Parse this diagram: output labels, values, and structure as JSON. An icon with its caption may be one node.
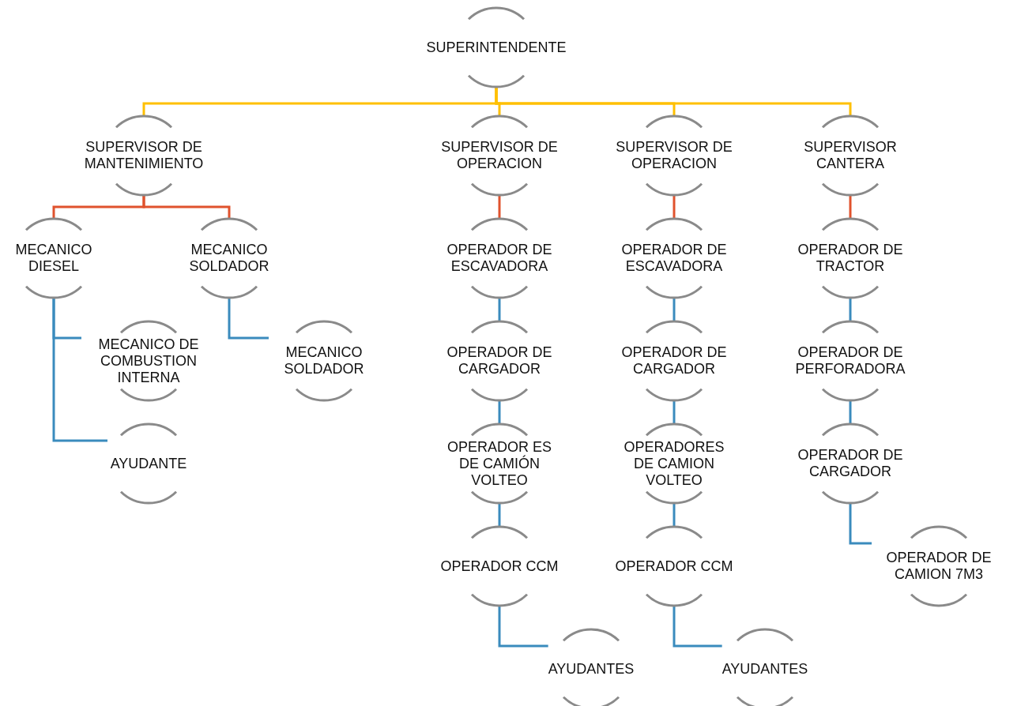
{
  "diagram": {
    "nodes": [
      {
        "text": [
          "SUPERINTENDENTE"
        ]
      },
      {
        "text": [
          "SUPERVISOR DE MANTENIMIENTO"
        ]
      },
      {
        "text": [
          "SUPERVISOR DE OPERACION"
        ]
      },
      {
        "text": [
          "SUPERVISOR DE OPERACION"
        ]
      },
      {
        "text": [
          "SUPERVISOR CANTERA"
        ]
      },
      {
        "text": [
          "MECANICO DIESEL"
        ]
      },
      {
        "text": [
          "MECANICO SOLDADOR"
        ]
      },
      {
        "text": [
          "MECANICO DE COMBUSTION INTERNA"
        ]
      },
      {
        "text": [
          "MECANICO SOLDADOR"
        ]
      },
      {
        "text": [
          "AYUDANTE"
        ]
      },
      {
        "text": [
          "OPERADOR DE ESCAVADORA"
        ]
      },
      {
        "text": [
          "OPERADOR DE CARGADOR"
        ]
      },
      {
        "text": [
          "OPERADOR ES DE CAMIÓN VOLTEO"
        ]
      },
      {
        "text": [
          "OPERADOR CCM"
        ]
      },
      {
        "text": [
          "AYUDANTES"
        ]
      },
      {
        "text": [
          "OPERADOR DE ESCAVADORA"
        ]
      },
      {
        "text": [
          "OPERADOR DE CARGADOR"
        ]
      },
      {
        "text": [
          "OPERADORES DE CAMION VOLTEO"
        ]
      },
      {
        "text": [
          "OPERADOR CCM"
        ]
      },
      {
        "text": [
          "AYUDANTES"
        ]
      },
      {
        "text": [
          "OPERADOR DE TRACTOR"
        ]
      },
      {
        "text": [
          "OPERADOR DE PERFORADORA"
        ]
      },
      {
        "text": [
          "OPERADOR DE CARGADOR"
        ]
      },
      {
        "text": [
          "OPERADOR DE CAMION 7M3"
        ]
      }
    ],
    "edges": [
      {
        "from": 0,
        "to": 1,
        "arrow": "none",
        "color": "#ffc000"
      },
      {
        "from": 0,
        "to": 2,
        "arrow": "none",
        "color": "#ffc000"
      },
      {
        "from": 0,
        "to": 3,
        "arrow": "none",
        "color": "#ffc000"
      },
      {
        "from": 0,
        "to": 4,
        "arrow": "none",
        "color": "#ffc000"
      },
      {
        "from": 1,
        "to": 5,
        "arrow": "none",
        "color": "#e0522d"
      },
      {
        "from": 1,
        "to": 6,
        "arrow": "none",
        "color": "#e0522d"
      },
      {
        "from": 5,
        "to": 7,
        "arrow": "none"
      },
      {
        "from": 5,
        "to": 9,
        "arrow": "none"
      },
      {
        "from": 6,
        "to": 8,
        "arrow": "none"
      },
      {
        "from": 2,
        "to": 10,
        "arrow": "none",
        "color": "#e0522d"
      },
      {
        "from": 10,
        "to": 11,
        "arrow": "none"
      },
      {
        "from": 11,
        "to": 12,
        "arrow": "none"
      },
      {
        "from": 12,
        "to": 13,
        "arrow": "none"
      },
      {
        "from": 13,
        "to": 14,
        "arrow": "none"
      },
      {
        "from": 3,
        "to": 15,
        "arrow": "none",
        "color": "#e0522d"
      },
      {
        "from": 15,
        "to": 16,
        "arrow": "none"
      },
      {
        "from": 16,
        "to": 17,
        "arrow": "none"
      },
      {
        "from": 17,
        "to": 18,
        "arrow": "none"
      },
      {
        "from": 18,
        "to": 19,
        "arrow": "none"
      },
      {
        "from": 4,
        "to": 20,
        "arrow": "none",
        "color": "#e0522d"
      },
      {
        "from": 20,
        "to": 21,
        "arrow": "none"
      },
      {
        "from": 21,
        "to": 22,
        "arrow": "none"
      },
      {
        "from": 22,
        "to": 23,
        "arrow": "none"
      }
    ]
  }
}
